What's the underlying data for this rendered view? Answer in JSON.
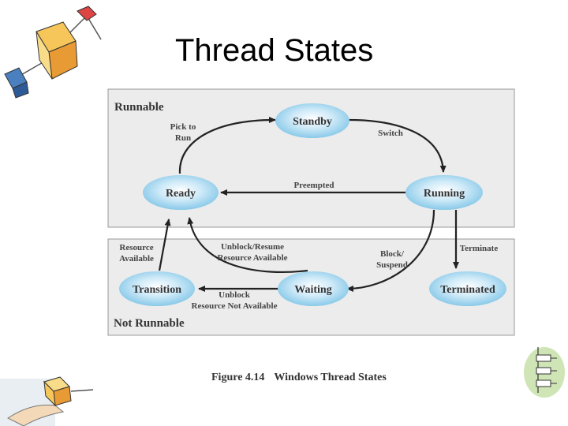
{
  "slide": {
    "title": "Thread States"
  },
  "diagram": {
    "groups": {
      "runnable": "Runnable",
      "not_runnable": "Not Runnable"
    },
    "states": {
      "standby": "Standby",
      "ready": "Ready",
      "running": "Running",
      "transition": "Transition",
      "waiting": "Waiting",
      "terminated": "Terminated"
    },
    "edges": {
      "pick_to_run": [
        "Pick to",
        "Run"
      ],
      "switch": "Switch",
      "preempted": "Preempted",
      "terminate": "Terminate",
      "block_suspend": [
        "Block/",
        "Suspend"
      ],
      "unblock_resume": [
        "Unblock/Resume",
        "Resource Available"
      ],
      "unblock_nr": [
        "Unblock",
        "Resource Not Available"
      ],
      "resource_available": [
        "Resource",
        "Available"
      ]
    }
  },
  "figure": {
    "number": "Figure 4.14",
    "title": "Windows Thread States"
  },
  "decorations": [
    "cube-molecule-icon",
    "hand-cube-icon",
    "flowchart-icon"
  ],
  "colors": {
    "panel": "#ececec",
    "node": "#b7def2",
    "arrow": "#222222"
  }
}
